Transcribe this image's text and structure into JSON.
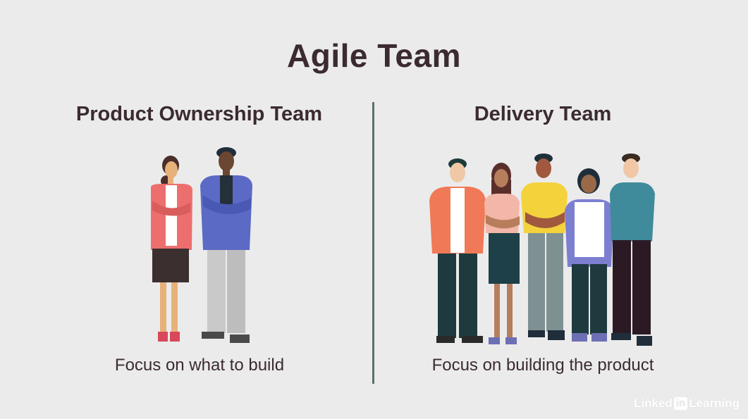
{
  "title": "Agile Team",
  "left": {
    "heading": "Product Ownership Team",
    "caption": "Focus on what to build"
  },
  "right": {
    "heading": "Delivery Team",
    "caption": "Focus on building the product"
  },
  "brand": {
    "prefix": "Linked",
    "in": "in",
    "suffix": "Learning"
  },
  "colors": {
    "background": "#ebebeb",
    "text": "#3b2b30",
    "divider": "#5b6f70"
  }
}
